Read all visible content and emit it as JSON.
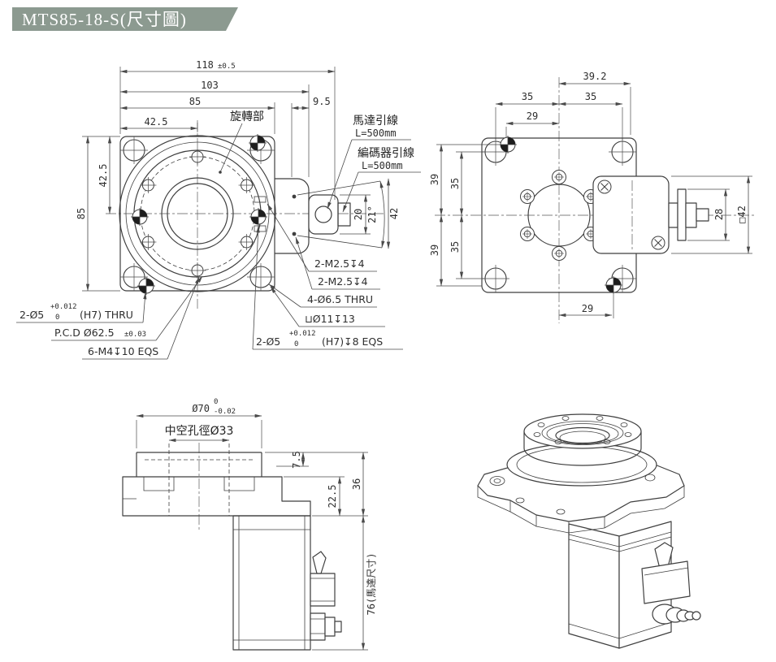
{
  "colors": {
    "header_bg": "#8c9a90",
    "header_fg": "#ffffff",
    "line": "#3f3f3f"
  },
  "header": {
    "title": "MTS85-18-S(尺寸圖)"
  },
  "front": {
    "label_rotating": "旋轉部",
    "label_motor_lead": "馬達引線",
    "label_motor_len": "L=500mm",
    "label_encoder_lead": "編碼器引線",
    "label_encoder_len": "L=500mm",
    "dim_118": "118",
    "dim_118_tol": "±0.5",
    "dim_103": "103",
    "dim_85_top": "85",
    "dim_9_5": "9.5",
    "dim_42_5_top": "42.5",
    "dim_85_left": "85",
    "dim_42_5_left": "42.5",
    "dim_20": "20",
    "dim_21deg": "21°",
    "dim_42": "42",
    "co_pin1_a": "2-Ø5",
    "co_pin1_tol_top": "+0.012",
    "co_pin1_tol_bot": "0",
    "co_pin1_b": "(H7) THRU",
    "co_pcd": "P.C.D Ø62.5",
    "co_pcd_tol": "±0.03",
    "co_m4": "6-M4↧10 EQS",
    "co_m25_1": "2-M2.5↧4",
    "co_m25_2": "2-M2.5↧4",
    "co_65": "4-Ø6.5 THRU",
    "co_cbore": "⊔Ø11↧13",
    "co_pin2_a": "2-Ø5",
    "co_pin2_tol_top": "+0.012",
    "co_pin2_tol_bot": "0",
    "co_pin2_b": "(H7)↧8 EQS"
  },
  "back": {
    "dim_39_2": "39.2",
    "dim_35_tl": "35",
    "dim_35_tr": "35",
    "dim_29_top": "29",
    "dim_39_a": "39",
    "dim_39_b": "39",
    "dim_35_a": "35",
    "dim_35_b": "35",
    "dim_28": "28",
    "dim_42_sq": "□42",
    "dim_29_bottom": "29"
  },
  "side": {
    "dim_70": "Ø70",
    "dim_70_tol_top": "0",
    "dim_70_tol_bot": "-0.02",
    "label_bore": "中空孔徑Ø33",
    "dim_7_5": "7.5",
    "dim_22_5": "22.5",
    "dim_36": "36",
    "dim_76": "76(馬達尺寸)"
  }
}
